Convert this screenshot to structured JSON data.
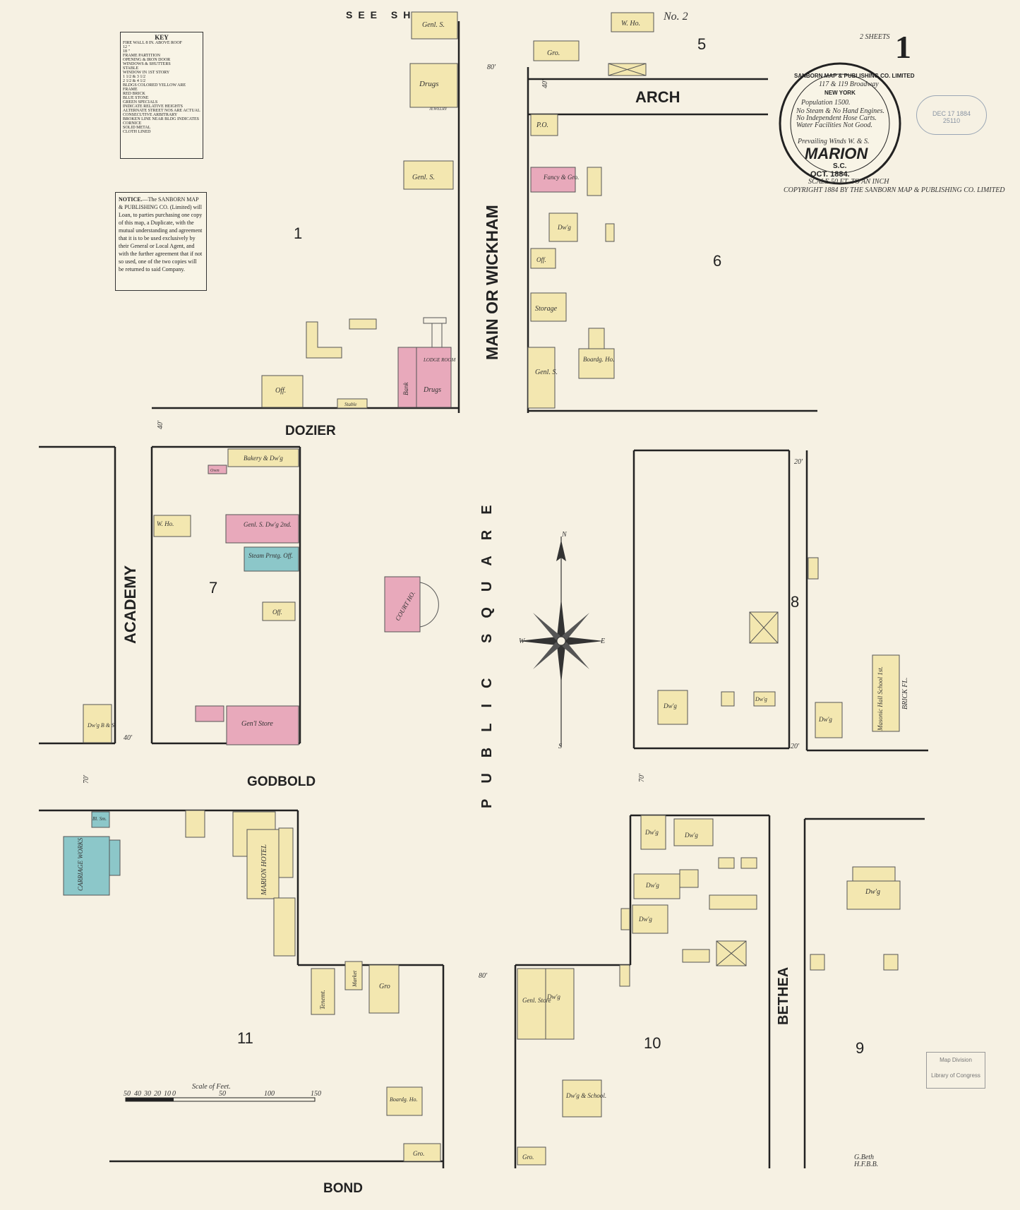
{
  "header": {
    "see_sheet": "SEE SHEET",
    "sheet_ref": "No. 2",
    "sheet_count": "2 SHEETS",
    "sheet_number": "1"
  },
  "seal": {
    "company": "SANBORN MAP & PUBLISHING CO. LIMITED",
    "address": "117 & 119 Broadway",
    "city": "NEW YORK",
    "population": "Population 1500.",
    "fire1": "No Steam & No Hand Engines.",
    "fire2": "No Independent Hose Carts.",
    "water": "Water Facilities Not Good.",
    "winds": "Prevailing Winds W. & S.",
    "town": "MARION",
    "state": "S.C.",
    "date": "OCT. 1884.",
    "scale": "SCALE 50 FT. TO AN INCH",
    "copyright": "COPYRIGHT 1884 BY THE SANBORN MAP & PUBLISHING CO. LIMITED"
  },
  "stamp": {
    "line1": "DEC 17 1884",
    "line2": "25110"
  },
  "map_division": {
    "line1": "Map Division",
    "line2": "Library of Congress"
  },
  "key": {
    "title": "KEY",
    "rows": [
      "FIRE WALL 8 IN. ABOVE ROOF",
      "12 \"",
      "18 \"",
      "FRAME PARTITION",
      "OPENING & IRON DOOR",
      "WINDOWS & SHUTTERS",
      "STABLE",
      "WINDOW IN 1ST STORY",
      "1 1/2 & 3 1/2",
      "2 1/2 & 4 1/2",
      "BLDGS COLORED YELLOW ARE FRAME",
      "RED  BRICK",
      "BLUE  STONE",
      "GREEN  SPECIALS",
      "INDICATE RELATIVE HEIGHTS",
      "ALTERNATE STREET NOS ARE ACTUAL",
      "CONSECUTIVE  ARBITRARY",
      "BROKEN LINE NEAR BLDG INDICATES CORNICE",
      "SOLID  METAL",
      "CLOTH LINED"
    ]
  },
  "notice": {
    "title": "NOTICE.",
    "body": "—The SANBORN MAP & PUBLISHING CO. (Limited) will Loan, to parties purchasing one copy of this map, a Duplicate, with the mutual understanding and agreement that it is to be used exclusively by their General or Local Agent, and with the further agreement that if not so used, one of the two copies will be returned to said Company."
  },
  "streets": {
    "main": "MAIN OR WICKHAM",
    "arch": "ARCH",
    "dozier": "DOZIER",
    "academy": "ACADEMY",
    "godbold": "GODBOLD",
    "public_square": "PUBLIC SQUARE",
    "bethea": "BETHEA",
    "bond": "BOND"
  },
  "blocks": [
    "1",
    "5",
    "6",
    "7",
    "8",
    "9",
    "10",
    "11"
  ],
  "buildings": {
    "gen_s_top": "Genl. S.",
    "drugs_top": "Drugs",
    "jewelry": "JEWELRY",
    "gen_s_mid": "Genl. S.",
    "off_1": "Off.",
    "lodge": "LODGE ROOM",
    "bank": "Bank",
    "drugs_low": "Drugs",
    "stable": "Stable",
    "w_ho_top": "W. Ho.",
    "gro_top": "Gro.",
    "po": "P.O.",
    "fancy_gro": "Fancy & Gro.",
    "dwg_6a": "Dw'g",
    "off_6": "Off.",
    "storage": "Storage",
    "gen_s_6": "Genl. S.",
    "boardg_6": "Boardg. Ho.",
    "bakery": "Bakery & Dw'g",
    "oven": "Oven",
    "w_ho_7": "W. Ho.",
    "gen_s_dwg": "Genl. S. Dw'g 2nd.",
    "steam": "Steam Prntg. Off.",
    "off_7": "Off.",
    "court": "COURT HO.",
    "gen_store_7": "Gen'l Store",
    "dwg_bs": "Dw'g B & S.",
    "dwg_8a": "Dw'g",
    "dwg_8b": "Dw'g",
    "dwg_8c": "Dw'g",
    "masonic": "Masonic Hall School 1st.",
    "brick_fl": "BRICK FL.",
    "bl_sm": "Bl. Sm.",
    "carriage": "CARRIAGE WORKS",
    "marion_hotel": "MARION HOTEL",
    "tenement": "Tenemt.",
    "market": "Market",
    "gro_11": "Gro",
    "boardg_11": "Boardg. Ho.",
    "gro_11b": "Gro.",
    "dwg_10a": "Dw'g",
    "dwg_10b": "Dw'g",
    "dwg_10c": "Dw'g",
    "dwg_10d": "Dw'g",
    "gen_store_10": "Genl. Store",
    "dwg_10e": "Dw'g",
    "dwg_school": "Dw'g & School.",
    "gro_10": "Gro.",
    "dwg_9": "Dw'g"
  },
  "compass": {
    "n": "N",
    "e": "E",
    "w": "W",
    "s": "S"
  },
  "scale_bar": {
    "title": "Scale of Feet.",
    "ticks": [
      "50",
      "40",
      "30",
      "20",
      "10",
      "0",
      "50",
      "100",
      "150"
    ]
  },
  "widths": {
    "w80": "80'",
    "w40": "40'",
    "w40b": "40'",
    "w40c": "40'",
    "w20": "20'",
    "w20b": "20'",
    "w70": "70'",
    "w70b": "70'",
    "w80b": "80'"
  },
  "signature": {
    "line1": "G.Beth",
    "line2": "H.F.B.B."
  },
  "colors": {
    "frame": "#f3e7b0",
    "brick": "#e8a9bb",
    "stone": "#8cc7c9",
    "paper": "#f6f1e3"
  }
}
